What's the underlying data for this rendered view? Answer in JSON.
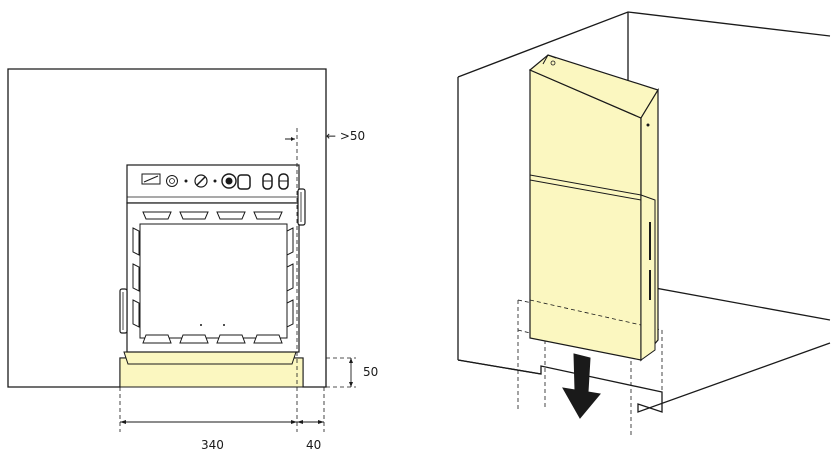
{
  "front_view": {
    "dim_side_clearance": "← >50",
    "dim_bottom_clearance": "50",
    "dim_width": "340",
    "dim_gap": "40"
  },
  "colors": {
    "unit_fill": "#fbf7c0",
    "line": "#1a1a1a",
    "arrow": "#1a1a1a"
  }
}
